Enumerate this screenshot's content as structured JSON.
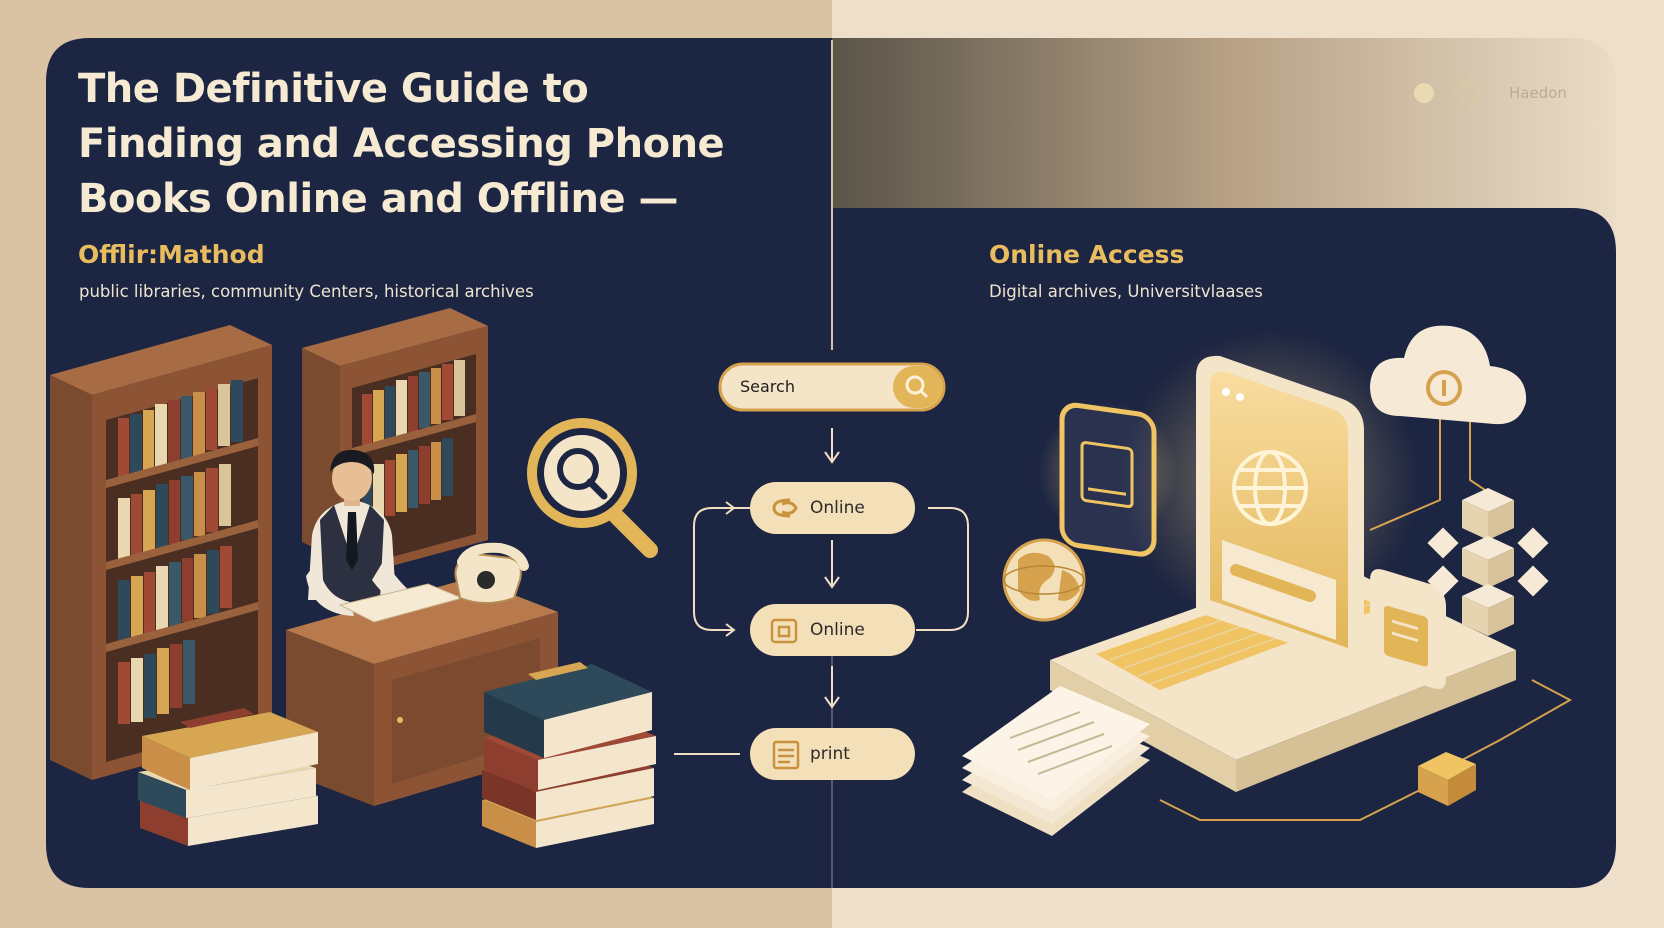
{
  "title_lines": [
    "The Definitive Guide to",
    "Finding and Accessing Phone",
    "Books Online and Offline —"
  ],
  "offline": {
    "heading": "Offlir:Mathod",
    "subtitle": "public libraries, community Centers, historical archives"
  },
  "online": {
    "heading": "Online Access",
    "subtitle": "Digital archives, Universi​tvlaases"
  },
  "header": {
    "brand_label": "Haedon"
  },
  "flow": {
    "search_label": "Search",
    "steps": [
      "Online",
      "Online",
      "print"
    ]
  },
  "colors": {
    "navy": "#1e2745",
    "gold": "#e9bd5f",
    "cream": "#f4e4c8",
    "wood": "#8c5434",
    "beige": "#eadcc6"
  }
}
